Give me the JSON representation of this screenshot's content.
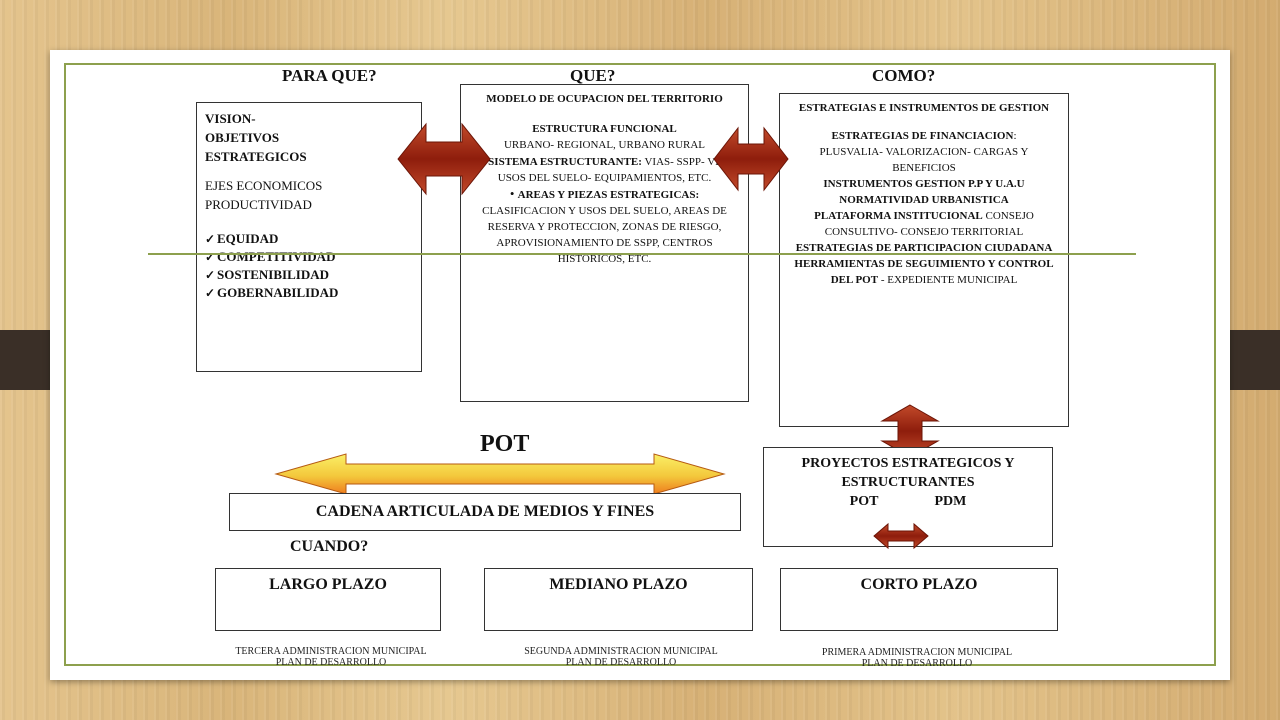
{
  "headers": {
    "para_que": "PARA QUE?",
    "que": "QUE?",
    "como": "COMO?",
    "cuando": "CUANDO?",
    "pot": "POT"
  },
  "vision_box": {
    "line1": "VISION-",
    "line2": "OBJETIVOS",
    "line3": "ESTRATEGICOS",
    "line4": "EJES ECONOMICOS",
    "line5": "PRODUCTIVIDAD",
    "items": [
      "EQUIDAD",
      "COMPETITIVIDAD",
      "SOSTENIBILIDAD",
      "GOBERNABILIDAD"
    ]
  },
  "modelo_box": {
    "title": "MODELO DE OCUPACION DEL TERRITORIO",
    "estructura_title": "ESTRUCTURA FUNCIONAL",
    "estructura_text": "URBANO- REGIONAL, URBANO RURAL",
    "sistema_title": "SISTEMA ESTRUCTURANTE:",
    "sistema_text": "VIAS- SSPP- VIS- USOS DEL SUELO- EQUIPAMIENTOS, ETC.",
    "areas_title": "AREAS Y PIEZAS ESTRATEGICAS:",
    "areas_text": "CLASIFICACION Y USOS DEL SUELO, AREAS DE RESERVA Y PROTECCION, ZONAS DE RIESGO, APROVISIONAMIENTO DE SSPP, CENTROS HISTORICOS, ETC."
  },
  "estrategias_box": {
    "title": "ESTRATEGIAS E INSTRUMENTOS DE GESTION",
    "financ_title": "ESTRATEGIAS DE FINANCIACION",
    "financ_colon": ":",
    "financ_text": "PLUSVALIA- VALORIZACION- CARGAS Y BENEFICIOS",
    "instr": "INSTRUMENTOS GESTION P.P Y U.A.U",
    "normat": "NORMATIVIDAD URBANISTICA",
    "plataforma_title": "PLATAFORMA INSTITUCIONAL",
    "plataforma_text": "CONSEJO CONSULTIVO- CONSEJO TERRITORIAL",
    "particip": "ESTRATEGIAS DE PARTICIPACION CIUDADANA",
    "herram": "HERRAMIENTAS DE SEGUIMIENTO Y CONTROL DEL POT",
    "herram_text": "- EXPEDIENTE MUNICIPAL"
  },
  "proyectos_box": {
    "title": "PROYECTOS ESTRATEGICOS Y ESTRUCTURANTES",
    "pot": "POT",
    "pdm": "PDM"
  },
  "cadena": "CADENA ARTICULADA DE MEDIOS Y FINES",
  "plazos": [
    {
      "label": "LARGO PLAZO",
      "note1": "TERCERA ADMINISTRACION MUNICIPAL",
      "note2": "PLAN DE DESARROLLO"
    },
    {
      "label": "MEDIANO PLAZO",
      "note1": "SEGUNDA ADMINISTRACION MUNICIPAL",
      "note2": "PLAN DE DESARROLLO"
    },
    {
      "label": "CORTO PLAZO",
      "note1": "PRIMERA ADMINISTRACION MUNICIPAL",
      "note2": "PLAN DE DESARROLLO"
    }
  ],
  "colors": {
    "frame": "#8da04e",
    "arrow_red": "#a8321c",
    "arrow_yellow": "#f7e640",
    "arrow_orange": "#f0841e",
    "clip": "#3a2f27"
  }
}
